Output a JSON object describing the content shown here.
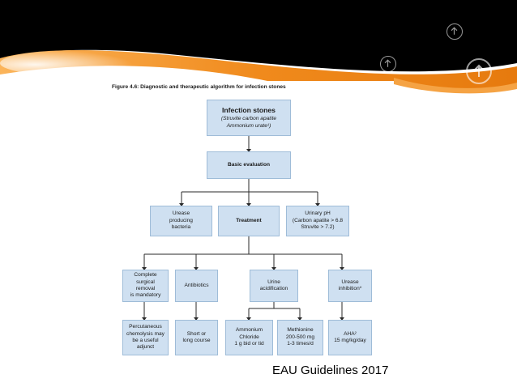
{
  "figure": {
    "title": "Figure 4.6: Diagnostic and therapeutic algorithm for infection stones"
  },
  "nodes": {
    "infection_stones": {
      "title": "Infection stones",
      "lines": [
        "(Struvite carbon apatite",
        "Ammonium urate¹)"
      ]
    },
    "basic_evaluation": {
      "lines": [
        "Basic evaluation"
      ]
    },
    "urease_bacteria": {
      "lines": [
        "Urease",
        "producing",
        "bacteria"
      ]
    },
    "treatment": {
      "lines": [
        "Treatment"
      ]
    },
    "urinary_ph": {
      "lines": [
        "Urinary pH",
        "(Carbon apatite > 6.8",
        "Struvite > 7.2)"
      ]
    },
    "surgical_removal": {
      "lines": [
        "Complete",
        "surgical",
        "removal",
        "is mandatory"
      ]
    },
    "antibiotics": {
      "lines": [
        "Antibiotics"
      ]
    },
    "urine_acidification": {
      "lines": [
        "Urine",
        "acidification"
      ]
    },
    "urease_inhibition": {
      "lines": [
        "Urease",
        "inhibition*"
      ]
    },
    "chemolysis": {
      "lines": [
        "Percutaneous",
        "chemolysis may",
        "be a useful",
        "adjunct"
      ]
    },
    "short_long_course": {
      "lines": [
        "Short or",
        "long course"
      ]
    },
    "ammonium_chloride": {
      "lines": [
        "Ammonium",
        "Chloride",
        "1 g bid or tid"
      ]
    },
    "methionine": {
      "lines": [
        "Methionine",
        "200-500 mg",
        "1-3 times/d"
      ]
    },
    "aha": {
      "lines": [
        "AHA²",
        "15 mg/kg/day"
      ]
    }
  },
  "footer": {
    "text": "EAU Guidelines 2017"
  },
  "theme": {
    "box_fill": "#cfe0f1",
    "box_border": "#9fbcd8",
    "accent_orange": "#f08a1c",
    "banner_dark": "#000000"
  },
  "decor": {
    "icons": [
      "arrow-up-circle-icon",
      "arrow-up-circle-icon",
      "arrow-up-circle-icon"
    ]
  }
}
